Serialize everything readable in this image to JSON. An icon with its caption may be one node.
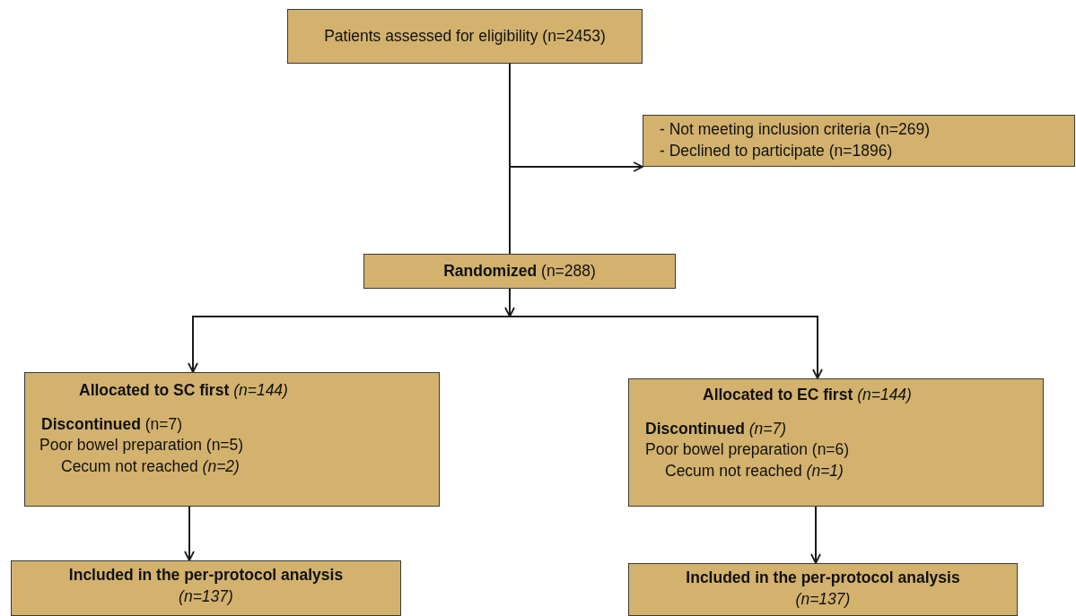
{
  "diagram": {
    "nodes": [
      {
        "text": [
          "Patients assessed for eligibility (n=2453)"
        ]
      },
      {
        "text": [
          "- Not meeting inclusion criteria (n=269)",
          "- Declined to participate (n=1896)"
        ]
      },
      {
        "text": [
          "**Randomized** (n=288)"
        ]
      },
      {
        "text": [
          "**Allocated to SC first** *(n=144)*",
          "**Discontinued** (n=7)",
          "Poor bowel preparation (n=5)",
          "Cecum not reached *(n=2)*"
        ]
      },
      {
        "text": [
          "**Allocated to EC first** *(n=144)*",
          "**Discontinued** *(n=7)*",
          "Poor bowel preparation (n=6)",
          "Cecum not reached *(n=1)*"
        ]
      },
      {
        "text": [
          "Included in the per-protocol analysis",
          "(n=137)"
        ]
      },
      {
        "text": [
          "Included in the per-protocol analysis",
          "(n=137)"
        ]
      }
    ],
    "edges": [
      {
        "from": 0,
        "to": 1,
        "arrow": "to"
      },
      {
        "from": 0,
        "to": 2,
        "arrow": "none"
      },
      {
        "from": 2,
        "to": 3,
        "arrow": "to"
      },
      {
        "from": 2,
        "to": 4,
        "arrow": "to"
      },
      {
        "from": 3,
        "to": 5,
        "arrow": "to"
      },
      {
        "from": 4,
        "to": 6,
        "arrow": "to"
      }
    ]
  }
}
